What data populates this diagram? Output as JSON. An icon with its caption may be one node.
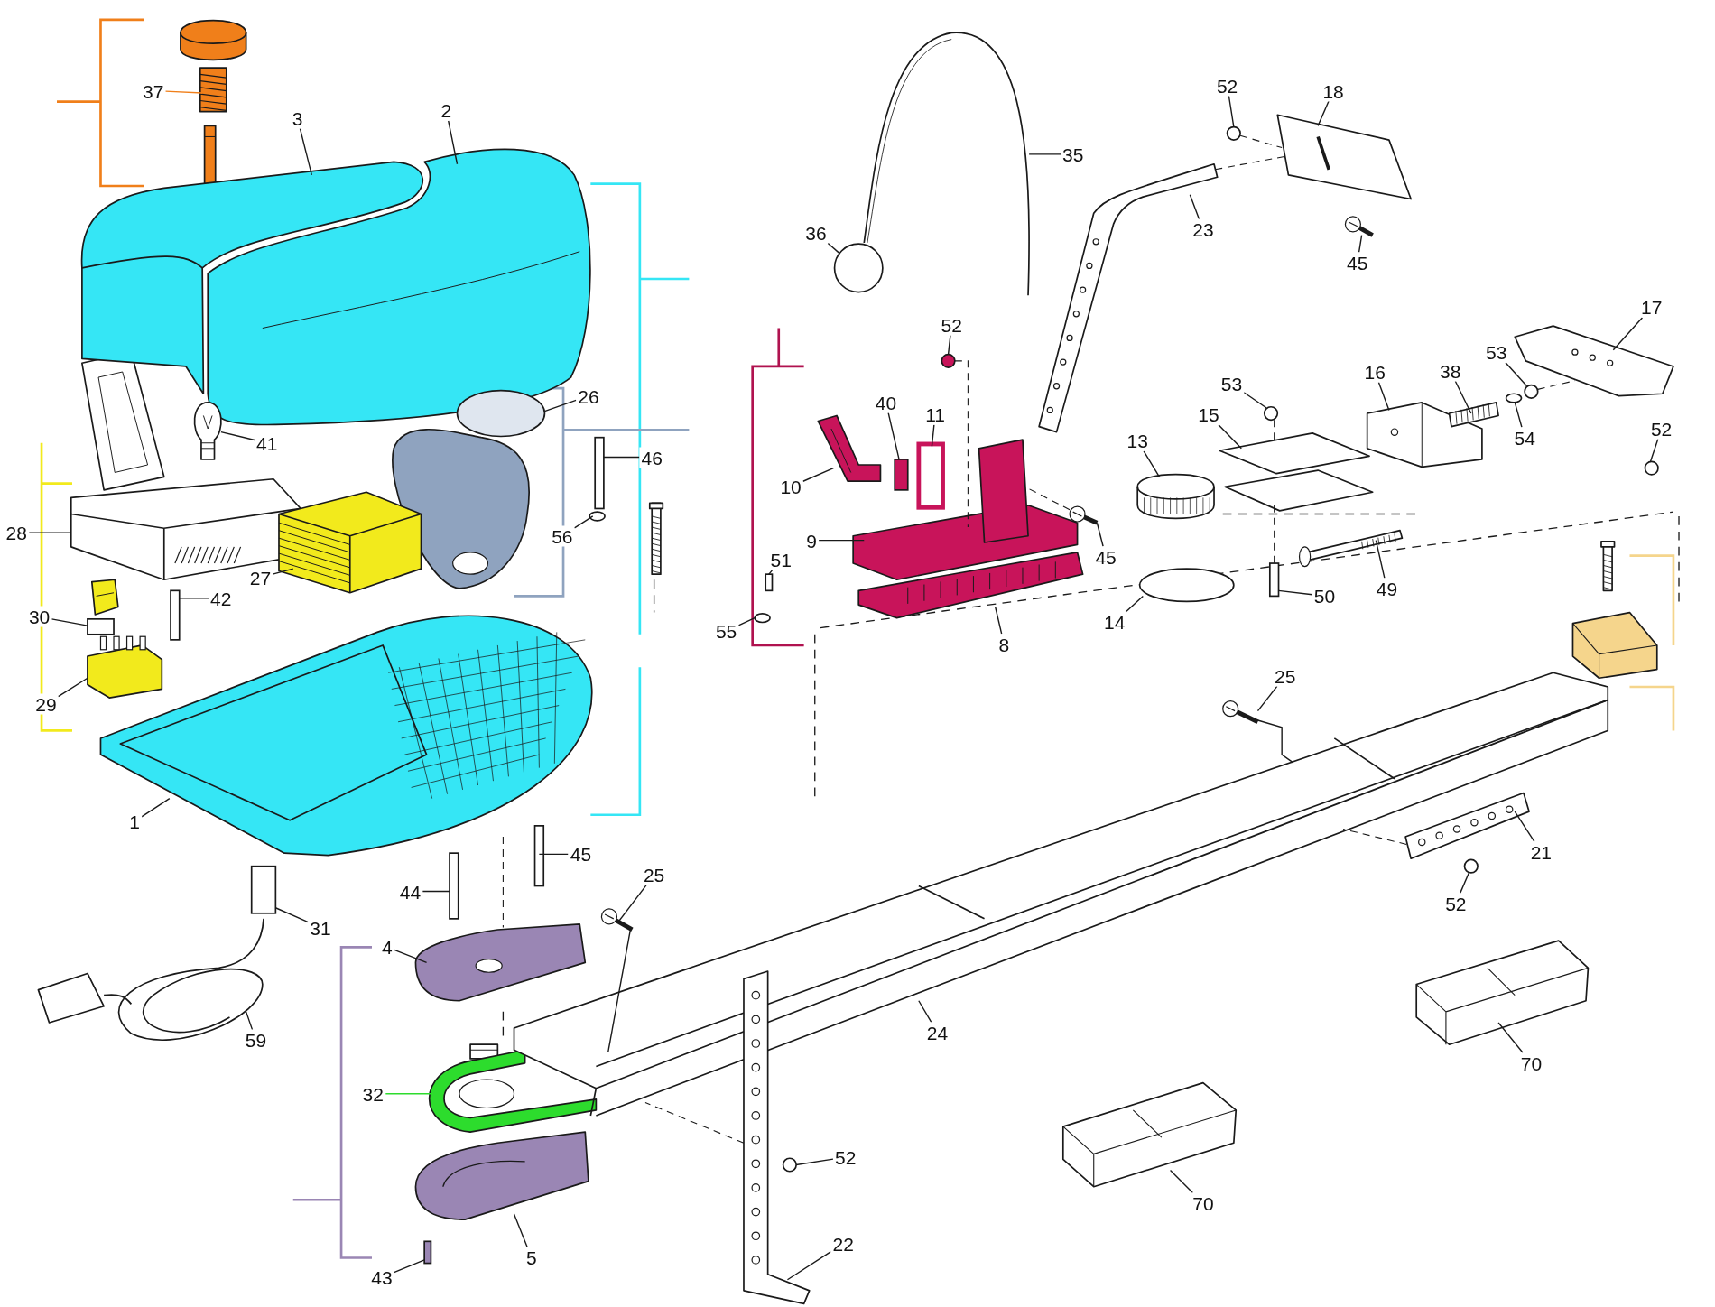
{
  "diagram": {
    "nodes": [
      {
        "text": [
          "37"
        ]
      },
      {
        "text": [
          "3"
        ]
      },
      {
        "text": [
          "2"
        ]
      },
      {
        "text": [
          "26"
        ]
      },
      {
        "text": [
          "41"
        ]
      },
      {
        "text": [
          "46"
        ]
      },
      {
        "text": [
          "28"
        ]
      },
      {
        "text": [
          "56"
        ]
      },
      {
        "text": [
          "27"
        ]
      },
      {
        "text": [
          "42"
        ]
      },
      {
        "text": [
          "30"
        ]
      },
      {
        "text": [
          "29"
        ]
      },
      {
        "text": [
          "1"
        ]
      },
      {
        "text": [
          "45"
        ]
      },
      {
        "text": [
          "44"
        ]
      },
      {
        "text": [
          "31"
        ]
      },
      {
        "text": [
          "59"
        ]
      },
      {
        "text": [
          "4"
        ]
      },
      {
        "text": [
          "25"
        ]
      },
      {
        "text": [
          "32"
        ]
      },
      {
        "text": [
          "24"
        ]
      },
      {
        "text": [
          "52"
        ]
      },
      {
        "text": [
          "22"
        ]
      },
      {
        "text": [
          "43"
        ]
      },
      {
        "text": [
          "5"
        ]
      },
      {
        "text": [
          "35"
        ]
      },
      {
        "text": [
          "36"
        ]
      },
      {
        "text": [
          "52"
        ]
      },
      {
        "text": [
          "18"
        ]
      },
      {
        "text": [
          "23"
        ]
      },
      {
        "text": [
          "45"
        ]
      },
      {
        "text": [
          "52"
        ]
      },
      {
        "text": [
          "40"
        ]
      },
      {
        "text": [
          "11"
        ]
      },
      {
        "text": [
          "10"
        ]
      },
      {
        "text": [
          "9"
        ]
      },
      {
        "text": [
          "45"
        ]
      },
      {
        "text": [
          "51"
        ]
      },
      {
        "text": [
          "55"
        ]
      },
      {
        "text": [
          "8"
        ]
      },
      {
        "text": [
          "13"
        ]
      },
      {
        "text": [
          "15"
        ]
      },
      {
        "text": [
          "53"
        ]
      },
      {
        "text": [
          "16"
        ]
      },
      {
        "text": [
          "38"
        ]
      },
      {
        "text": [
          "53"
        ]
      },
      {
        "text": [
          "17"
        ]
      },
      {
        "text": [
          "54"
        ]
      },
      {
        "text": [
          "52"
        ]
      },
      {
        "text": [
          "49"
        ]
      },
      {
        "text": [
          "50"
        ]
      },
      {
        "text": [
          "14"
        ]
      },
      {
        "text": [
          "25"
        ]
      },
      {
        "text": [
          "21"
        ]
      },
      {
        "text": [
          "52"
        ]
      },
      {
        "text": [
          "70"
        ]
      },
      {
        "text": [
          "70"
        ]
      },
      {
        "text": [],
        "shape": "picture"
      },
      {
        "text": [],
        "shape": "picture"
      },
      {
        "text": [],
        "shape": "picture"
      },
      {
        "text": [],
        "shape": "circle"
      },
      {
        "text": [],
        "shape": "picture"
      },
      {
        "text": [],
        "shape": "box"
      },
      {
        "text": [],
        "shape": "picture"
      },
      {
        "text": [],
        "shape": "circle"
      },
      {
        "text": [],
        "shape": "picture"
      },
      {
        "text": [],
        "shape": "box"
      },
      {
        "text": [],
        "shape": "box"
      },
      {
        "text": [],
        "shape": "picture"
      },
      {
        "text": [],
        "shape": "picture"
      },
      {
        "text": [],
        "shape": "box"
      },
      {
        "text": [],
        "shape": "box"
      },
      {
        "text": [],
        "shape": "box"
      },
      {
        "text": [],
        "shape": "picture"
      },
      {
        "text": [],
        "shape": "picture"
      },
      {
        "text": [],
        "shape": "picture"
      },
      {
        "text": [],
        "shape": "picture"
      },
      {
        "text": [],
        "shape": "picture"
      },
      {
        "text": [],
        "shape": "circle"
      },
      {
        "text": [],
        "shape": "picture"
      },
      {
        "text": [],
        "shape": "box"
      },
      {
        "text": [],
        "shape": "picture"
      },
      {
        "text": [],
        "shape": "picture"
      },
      {
        "text": [],
        "shape": "circle"
      },
      {
        "text": [],
        "shape": "circle"
      },
      {
        "text": [],
        "shape": "picture"
      },
      {
        "text": [],
        "shape": "picture"
      },
      {
        "text": [],
        "shape": "picture"
      },
      {
        "text": [],
        "shape": "circle"
      },
      {
        "text": [],
        "shape": "box"
      },
      {
        "text": [],
        "shape": "box"
      },
      {
        "text": [],
        "shape": "picture"
      },
      {
        "text": [],
        "shape": "picture"
      },
      {
        "text": [],
        "shape": "picture"
      },
      {
        "text": [],
        "shape": "box"
      },
      {
        "text": [],
        "shape": "circle"
      },
      {
        "text": [],
        "shape": "picture"
      },
      {
        "text": [],
        "shape": "picture"
      },
      {
        "text": [],
        "shape": "picture"
      },
      {
        "text": [],
        "shape": "circle"
      },
      {
        "text": [],
        "shape": "picture"
      },
      {
        "text": [],
        "shape": "picture"
      },
      {
        "text": [],
        "shape": "circle"
      },
      {
        "text": [],
        "shape": "picture"
      },
      {
        "text": [],
        "shape": "circle"
      },
      {
        "text": [],
        "shape": "circle"
      },
      {
        "text": [],
        "shape": "picture"
      },
      {
        "text": [],
        "shape": "box"
      },
      {
        "text": [],
        "shape": "circle"
      },
      {
        "text": [],
        "shape": "picture"
      },
      {
        "text": [],
        "shape": "picture"
      },
      {
        "text": [],
        "shape": "circle"
      },
      {
        "text": [],
        "shape": "picture"
      },
      {
        "text": [],
        "shape": "picture"
      }
    ],
    "edges": [
      {
        "from": 0,
        "to": 57,
        "arrow": "none",
        "color": "#f07f1a"
      },
      {
        "from": 1,
        "to": 58,
        "arrow": "none"
      },
      {
        "from": 2,
        "to": 59,
        "arrow": "none"
      },
      {
        "from": 3,
        "to": 60,
        "arrow": "none"
      },
      {
        "from": 4,
        "to": 61,
        "arrow": "none"
      },
      {
        "from": 5,
        "to": 62,
        "arrow": "none"
      },
      {
        "from": 6,
        "to": 63,
        "arrow": "none"
      },
      {
        "from": 7,
        "to": 64,
        "arrow": "none"
      },
      {
        "from": 8,
        "to": 65,
        "arrow": "none"
      },
      {
        "from": 9,
        "to": 66,
        "arrow": "none"
      },
      {
        "from": 10,
        "to": 67,
        "arrow": "none"
      },
      {
        "from": 11,
        "to": 68,
        "arrow": "none"
      },
      {
        "from": 12,
        "to": 69,
        "arrow": "none"
      },
      {
        "from": 13,
        "to": 70,
        "arrow": "none"
      },
      {
        "from": 14,
        "to": 71,
        "arrow": "none"
      },
      {
        "from": 15,
        "to": 72,
        "arrow": "none"
      },
      {
        "from": 16,
        "to": 73,
        "arrow": "none"
      },
      {
        "from": 17,
        "to": 74,
        "arrow": "none"
      },
      {
        "from": 18,
        "to": 75,
        "arrow": "none"
      },
      {
        "from": 19,
        "to": 76,
        "arrow": "none",
        "color": "#2ddc2d"
      },
      {
        "from": 20,
        "to": 77,
        "arrow": "none"
      },
      {
        "from": 21,
        "to": 78,
        "arrow": "none"
      },
      {
        "from": 22,
        "to": 79,
        "arrow": "none"
      },
      {
        "from": 23,
        "to": 80,
        "arrow": "none"
      },
      {
        "from": 24,
        "to": 81,
        "arrow": "none"
      },
      {
        "from": 25,
        "to": 82,
        "arrow": "none"
      },
      {
        "from": 26,
        "to": 83,
        "arrow": "none"
      },
      {
        "from": 27,
        "to": 84,
        "arrow": "none"
      },
      {
        "from": 28,
        "to": 85,
        "arrow": "none"
      },
      {
        "from": 29,
        "to": 86,
        "arrow": "none"
      },
      {
        "from": 30,
        "to": 87,
        "arrow": "none"
      },
      {
        "from": 31,
        "to": 88,
        "arrow": "none"
      },
      {
        "from": 32,
        "to": 89,
        "arrow": "none"
      },
      {
        "from": 33,
        "to": 90,
        "arrow": "none"
      },
      {
        "from": 34,
        "to": 91,
        "arrow": "none"
      },
      {
        "from": 35,
        "to": 92,
        "arrow": "none"
      },
      {
        "from": 36,
        "to": 93,
        "arrow": "none"
      },
      {
        "from": 37,
        "to": 94,
        "arrow": "none"
      },
      {
        "from": 38,
        "to": 95,
        "arrow": "none"
      },
      {
        "from": 39,
        "to": 96,
        "arrow": "none"
      },
      {
        "from": 40,
        "to": 97,
        "arrow": "none"
      },
      {
        "from": 41,
        "to": 98,
        "arrow": "none"
      },
      {
        "from": 42,
        "to": 99,
        "arrow": "none"
      },
      {
        "from": 43,
        "to": 100,
        "arrow": "none"
      },
      {
        "from": 44,
        "to": 101,
        "arrow": "none"
      },
      {
        "from": 45,
        "to": 102,
        "arrow": "none"
      },
      {
        "from": 46,
        "to": 103,
        "arrow": "none"
      },
      {
        "from": 47,
        "to": 104,
        "arrow": "none"
      },
      {
        "from": 48,
        "to": 105,
        "arrow": "none"
      },
      {
        "from": 49,
        "to": 106,
        "arrow": "none"
      },
      {
        "from": 50,
        "to": 107,
        "arrow": "none"
      },
      {
        "from": 51,
        "to": 108,
        "arrow": "none"
      },
      {
        "from": 52,
        "to": 109,
        "arrow": "none"
      },
      {
        "from": 53,
        "to": 110,
        "arrow": "none"
      },
      {
        "from": 54,
        "to": 111,
        "arrow": "none"
      },
      {
        "from": 55,
        "to": 112,
        "arrow": "none"
      },
      {
        "from": 56,
        "to": 113,
        "arrow": "none"
      },
      {
        "from": 69,
        "to": 74,
        "arrow": "none",
        "style": "dashed"
      },
      {
        "from": 99,
        "to": 98,
        "arrow": "none",
        "style": "dashed"
      },
      {
        "from": 88,
        "to": 92,
        "arrow": "none",
        "style": "dashed"
      },
      {
        "from": 84,
        "to": 85,
        "arrow": "none",
        "style": "dashed"
      },
      {
        "from": 86,
        "to": 85,
        "arrow": "none",
        "style": "dashed"
      },
      {
        "from": 93,
        "to": 92,
        "arrow": "none",
        "style": "dashed"
      },
      {
        "from": 102,
        "to": 103,
        "arrow": "none",
        "style": "dashed"
      },
      {
        "from": 110,
        "to": 77,
        "arrow": "none",
        "style": "dashed"
      },
      {
        "from": 109,
        "to": 77,
        "arrow": "none"
      },
      {
        "from": 75,
        "to": 77,
        "arrow": "none"
      },
      {
        "from": 98,
        "to": 107,
        "arrow": "none",
        "style": "dashed"
      },
      {
        "from": 79,
        "to": 77,
        "arrow": "none",
        "style": "dashed"
      }
    ]
  }
}
